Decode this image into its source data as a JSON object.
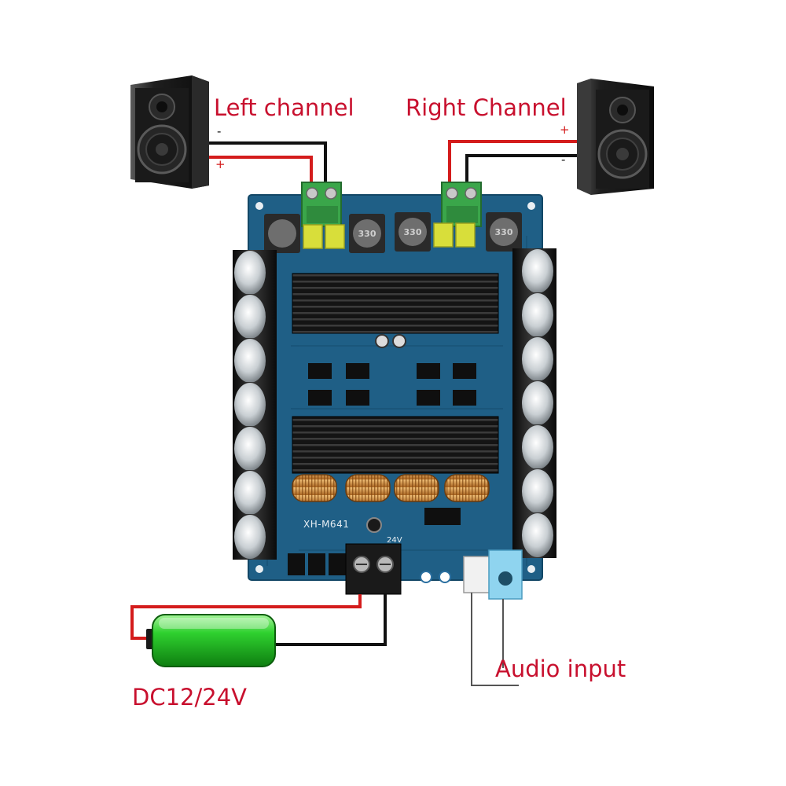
{
  "labels": {
    "left_channel": "Left channel",
    "right_channel": "Right Channel",
    "audio_input": "Audio input",
    "power": "DC12/24V"
  },
  "polarity": {
    "minus": "-",
    "plus": "+"
  },
  "board": {
    "model": "XH-M641",
    "inductor_marking": "330",
    "voltage_marking": "24V"
  },
  "colors": {
    "label_text": "#c8102e",
    "wire_positive": "#d41c1c",
    "wire_negative": "#111111",
    "wire_signal": "#555555",
    "pcb": "#1f5f86",
    "heatsink": "#1c1c1c",
    "terminal_green": "#3aa64a",
    "capacitor_yellow": "#d8de3a",
    "battery_green": "#2fd12f",
    "jack_blue": "#8fd4ef"
  }
}
